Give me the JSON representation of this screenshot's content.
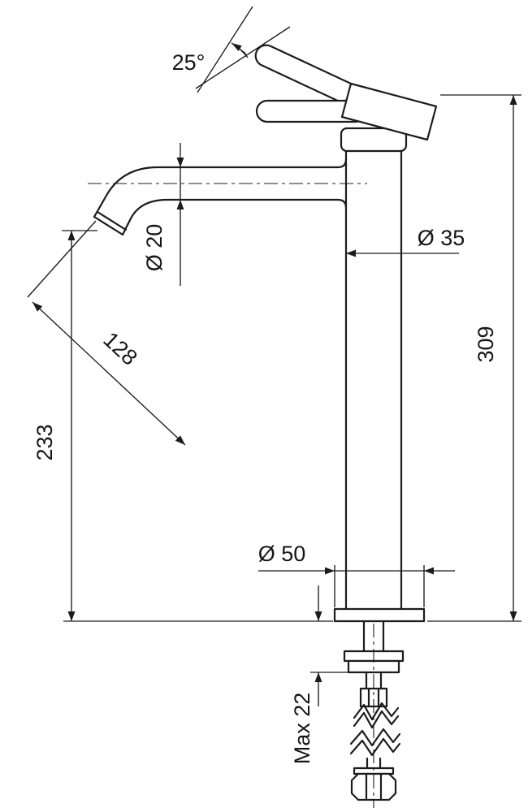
{
  "drawing": {
    "type": "technical-dimension-drawing",
    "subject": "tall single-lever basin mixer tap, side elevation",
    "colors": {
      "line": "#1c1c1c",
      "background": "#ffffff"
    },
    "dims": {
      "handle_angle": "25°",
      "spout_diameter": "Ø 20",
      "body_diameter": "Ø 35",
      "base_diameter": "Ø 50",
      "spout_reach": "128",
      "spout_height": "233",
      "total_height": "309",
      "max_deck_thickness": "Max 22"
    }
  }
}
